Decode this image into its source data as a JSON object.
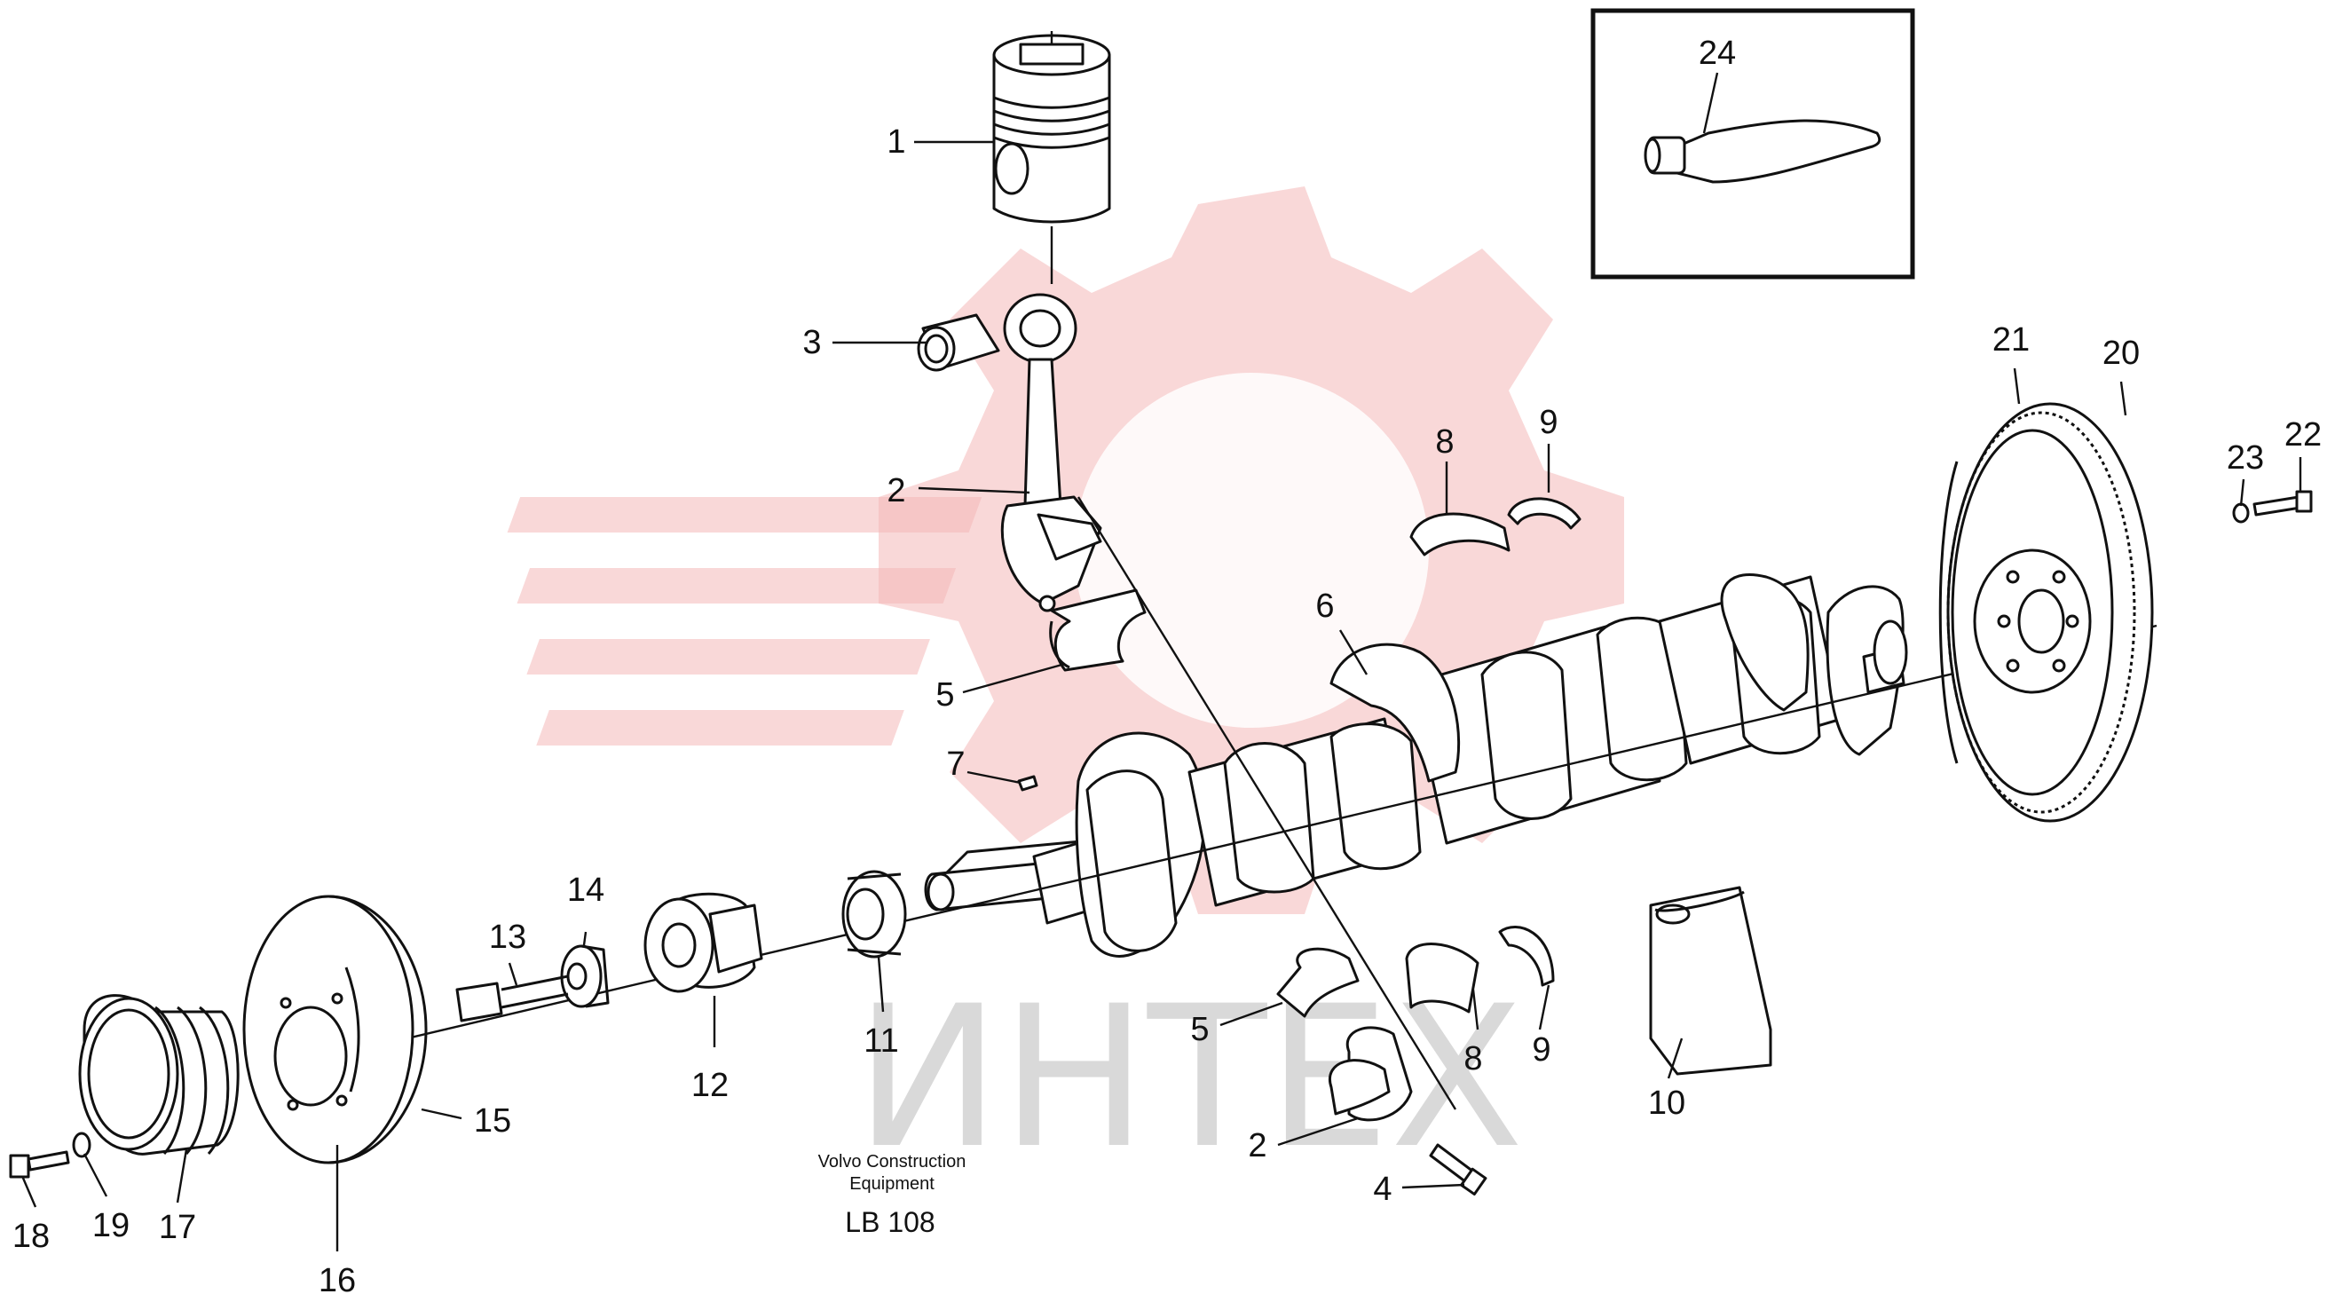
{
  "inset": {
    "label": "24"
  },
  "labels": [
    {
      "key": "p1",
      "text": "1"
    },
    {
      "key": "p2a",
      "text": "2"
    },
    {
      "key": "p3",
      "text": "3"
    },
    {
      "key": "p5a",
      "text": "5"
    },
    {
      "key": "p6",
      "text": "6"
    },
    {
      "key": "p7",
      "text": "7"
    },
    {
      "key": "p8a",
      "text": "8"
    },
    {
      "key": "p9a",
      "text": "9"
    },
    {
      "key": "p21",
      "text": "21"
    },
    {
      "key": "p20",
      "text": "20"
    },
    {
      "key": "p23",
      "text": "23"
    },
    {
      "key": "p22",
      "text": "22"
    },
    {
      "key": "p14",
      "text": "14"
    },
    {
      "key": "p13",
      "text": "13"
    },
    {
      "key": "p12",
      "text": "12"
    },
    {
      "key": "p11",
      "text": "11"
    },
    {
      "key": "p15",
      "text": "15"
    },
    {
      "key": "p16",
      "text": "16"
    },
    {
      "key": "p17",
      "text": "17"
    },
    {
      "key": "p18",
      "text": "18"
    },
    {
      "key": "p19",
      "text": "19"
    },
    {
      "key": "p5b",
      "text": "5"
    },
    {
      "key": "p2b",
      "text": "2"
    },
    {
      "key": "p4",
      "text": "4"
    },
    {
      "key": "p8b",
      "text": "8"
    },
    {
      "key": "p9b",
      "text": "9"
    },
    {
      "key": "p10",
      "text": "10"
    }
  ],
  "caption": {
    "line1": "Volvo Construction",
    "line2": "Equipment",
    "code": "LB 108"
  },
  "watermark": {
    "text": "ИНТЕХ",
    "color": "#f4b8b8"
  }
}
